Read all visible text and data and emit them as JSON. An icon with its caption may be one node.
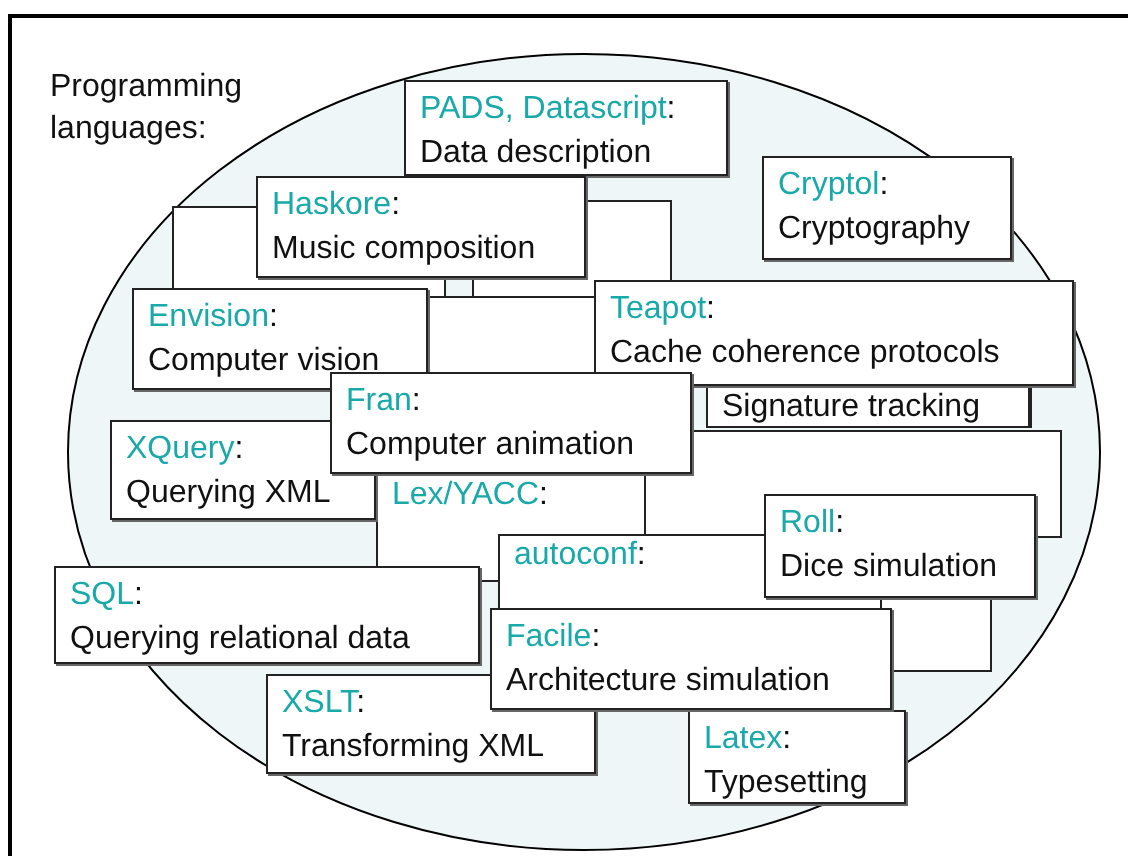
{
  "diagram": {
    "nodes": [
      {
        "text": [
          "PADS, Datascript:",
          "Data description"
        ]
      },
      {
        "text": [
          "Haskore:",
          "Music composition"
        ]
      },
      {
        "text": [
          "Cryptol:",
          "Cryptography"
        ]
      },
      {
        "text": [
          "Envision:",
          "Computer vision"
        ]
      },
      {
        "text": [
          "Teapot:",
          "Cache coherence protocols"
        ]
      },
      {
        "text": [
          "Signature tracking"
        ]
      },
      {
        "text": [
          "Fran:",
          "Computer animation"
        ]
      },
      {
        "text": [
          "XQuery:",
          "Querying XML"
        ]
      },
      {
        "text": [
          "Lex/YACC:"
        ]
      },
      {
        "text": [
          "Roll:",
          "Dice simulation"
        ]
      },
      {
        "text": [
          "autoconf:"
        ]
      },
      {
        "text": [
          "SQL:",
          "Querying relational data"
        ]
      },
      {
        "text": [
          "Facile:",
          "Architecture simulation"
        ]
      },
      {
        "text": [
          "XSLT:",
          "Transforming XML"
        ]
      },
      {
        "text": [
          "Latex:",
          "Typesetting"
        ]
      }
    ],
    "labels": [
      "Programming languages:"
    ]
  }
}
